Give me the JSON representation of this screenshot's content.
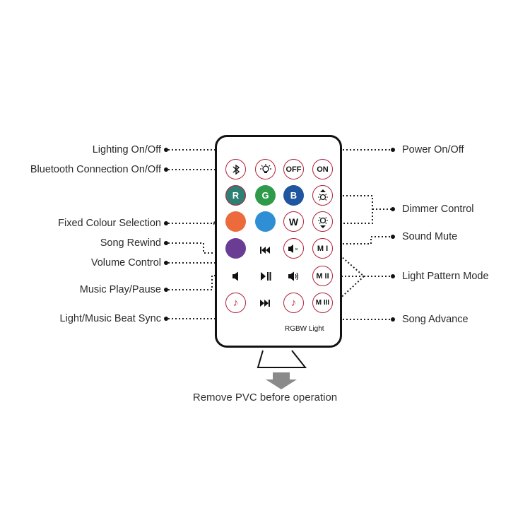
{
  "labels_left": {
    "lighting": "Lighting On/Off",
    "bluetooth": "Bluetooth Connection On/Off",
    "fixed_colour": "Fixed Colour Selection",
    "song_rewind": "Song Rewind",
    "volume": "Volume Control",
    "play_pause": "Music Play/Pause",
    "beat_sync": "Light/Music Beat Sync"
  },
  "labels_right": {
    "power": "Power On/Off",
    "dimmer": "Dimmer Control",
    "mute": "Sound Mute",
    "pattern": "Light Pattern Mode",
    "advance": "Song Advance"
  },
  "buttons": {
    "off": "OFF",
    "on": "ON",
    "r": "R",
    "g": "G",
    "b": "B",
    "w": "W",
    "m1": "M I",
    "m2": "M II",
    "m3": "M III"
  },
  "brand": "RGBW Light",
  "caption": "Remove PVC before operation",
  "colors": {
    "red_button": "#2e7f74",
    "green_button": "#2e9a4a",
    "blue_button": "#20559f",
    "orange_button": "#ec6a3c",
    "sky_button": "#2e8fd4",
    "purple_button": "#6b3c93",
    "ring": "#b4233a",
    "arrow": "#8a8a8a"
  }
}
